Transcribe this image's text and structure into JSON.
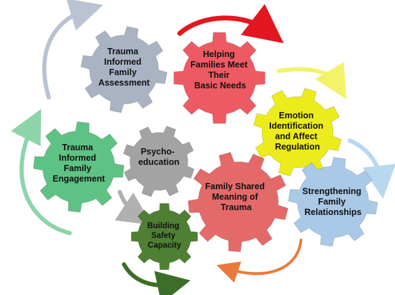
{
  "gears": [
    {
      "id": "assessment",
      "lines": [
        "Trauma",
        "Informed",
        "Family",
        "Assessment"
      ],
      "color": "#a9b3c4"
    },
    {
      "id": "basic-needs",
      "lines": [
        "Helping",
        "Families Meet",
        "Their",
        "Basic Needs"
      ],
      "color": "#ee5a63"
    },
    {
      "id": "emotion",
      "lines": [
        "Emotion",
        "Identification",
        "and Affect",
        "Regulation"
      ],
      "color": "#ecec1c"
    },
    {
      "id": "engagement",
      "lines": [
        "Trauma",
        "Informed",
        "Family",
        "Engagement"
      ],
      "color": "#5fc285"
    },
    {
      "id": "psychoeducation",
      "lines": [
        "Psycho-",
        "education"
      ],
      "color": "#a3a3a3"
    },
    {
      "id": "shared-meaning",
      "lines": [
        "Family Shared",
        "Meaning of",
        "Trauma"
      ],
      "color": "#e46a6a"
    },
    {
      "id": "relationships",
      "lines": [
        "Strengthening",
        "Family",
        "Relationships"
      ],
      "color": "#a9c9e6"
    },
    {
      "id": "safety",
      "lines": [
        "Building",
        "Safety",
        "Capacity"
      ],
      "color": "#4e7f33"
    }
  ],
  "arrow_colors": {
    "assessment": "#b9c3d2",
    "basic-needs": "#e3171f",
    "emotion": "#f3f36a",
    "engagement": "#8ed4a9",
    "psychoeducation": "#b0b0b0",
    "relationships": "#b7d8ee",
    "shared-meaning": "#ea7a3c",
    "safety": "#3c6e2a"
  }
}
